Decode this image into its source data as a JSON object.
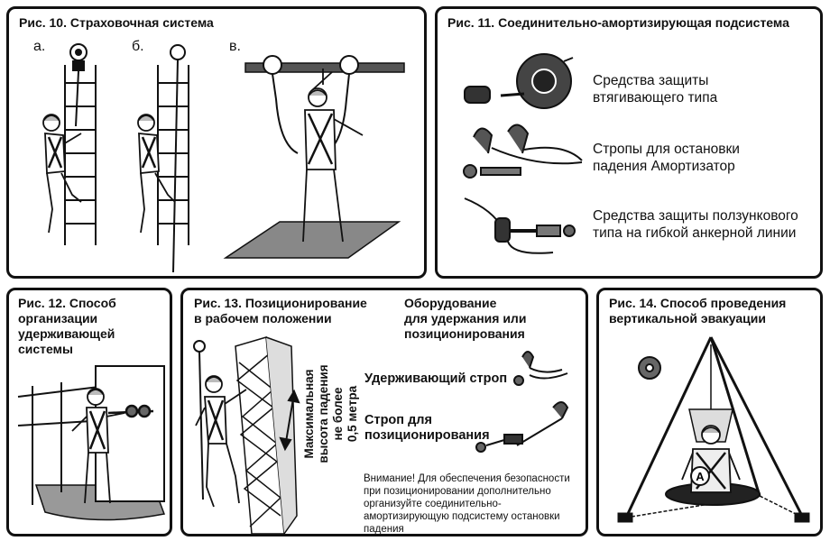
{
  "fig10": {
    "title": "Рис. 10. Страховочная система",
    "label_a": "а.",
    "label_b": "б.",
    "label_v": "в."
  },
  "fig11": {
    "title": "Рис. 11. Соединительно-амортизирующая подсистема",
    "items": [
      [
        "Средства защиты",
        "втягивающего типа"
      ],
      [
        "Стропы для остановки",
        "падения Амортизатор"
      ],
      [
        "Средства защиты ползункового",
        "типа на гибкой анкерной линии"
      ]
    ]
  },
  "fig12": {
    "title_lines": [
      "Рис. 12. Способ",
      "организации",
      "удерживающей",
      "системы"
    ]
  },
  "fig13": {
    "title_lines": [
      "Рис. 13. Позиционирование",
      "в рабочем положении"
    ],
    "equipment_lines": [
      "Оборудование",
      "для удержания или",
      "позиционирования"
    ],
    "vertical_lines": [
      "Максимальная",
      "высота падения",
      "не более",
      "0,5 метра"
    ],
    "restraint_lanyard": "Удерживающий строп",
    "positioning_lanyard_lines": [
      "Строп для",
      "позиционирования"
    ],
    "note_lines": [
      "Внимание! Для обеспечения безопасности",
      "при позиционировании дополнительно",
      "организуйте соединительно-",
      "амортизирующую подсистему остановки",
      "падения"
    ]
  },
  "fig14": {
    "title_lines": [
      "Рис. 14. Способ проведения",
      "вертикальной эвакуации"
    ],
    "badge_letter": "A"
  }
}
